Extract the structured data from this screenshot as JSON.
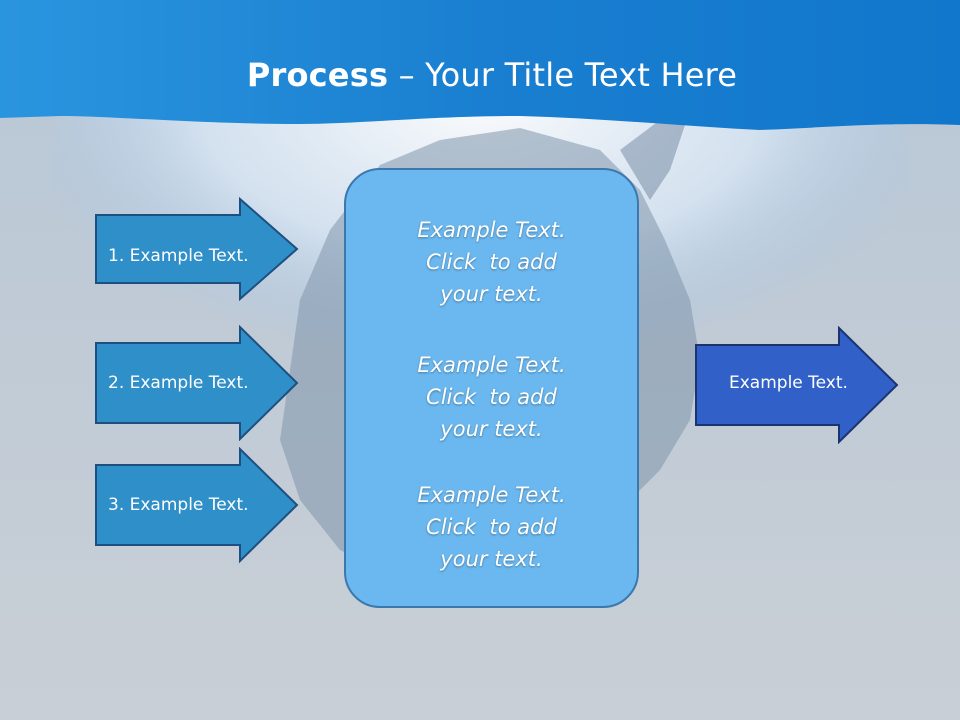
{
  "slide": {
    "title_strong": "Process",
    "title_rest": " – Your Title Text Here"
  },
  "inputs": [
    {
      "label": "1. Example Text."
    },
    {
      "label": "2. Example Text."
    },
    {
      "label": "3. Example Text."
    }
  ],
  "center": {
    "items": [
      {
        "line1": "Example Text.",
        "line2": "Click  to add",
        "line3": "your text."
      },
      {
        "line1": "Example Text.",
        "line2": "Click  to add",
        "line3": "your text."
      },
      {
        "line1": "Example Text.",
        "line2": "Click  to add",
        "line3": "your text."
      }
    ]
  },
  "output": {
    "label": "Example Text."
  },
  "colors": {
    "header_blue": "#1a82d2",
    "input_arrow": "#2f8fc8",
    "center_box": "#6bb8f0",
    "output_arrow": "#3060c8"
  }
}
